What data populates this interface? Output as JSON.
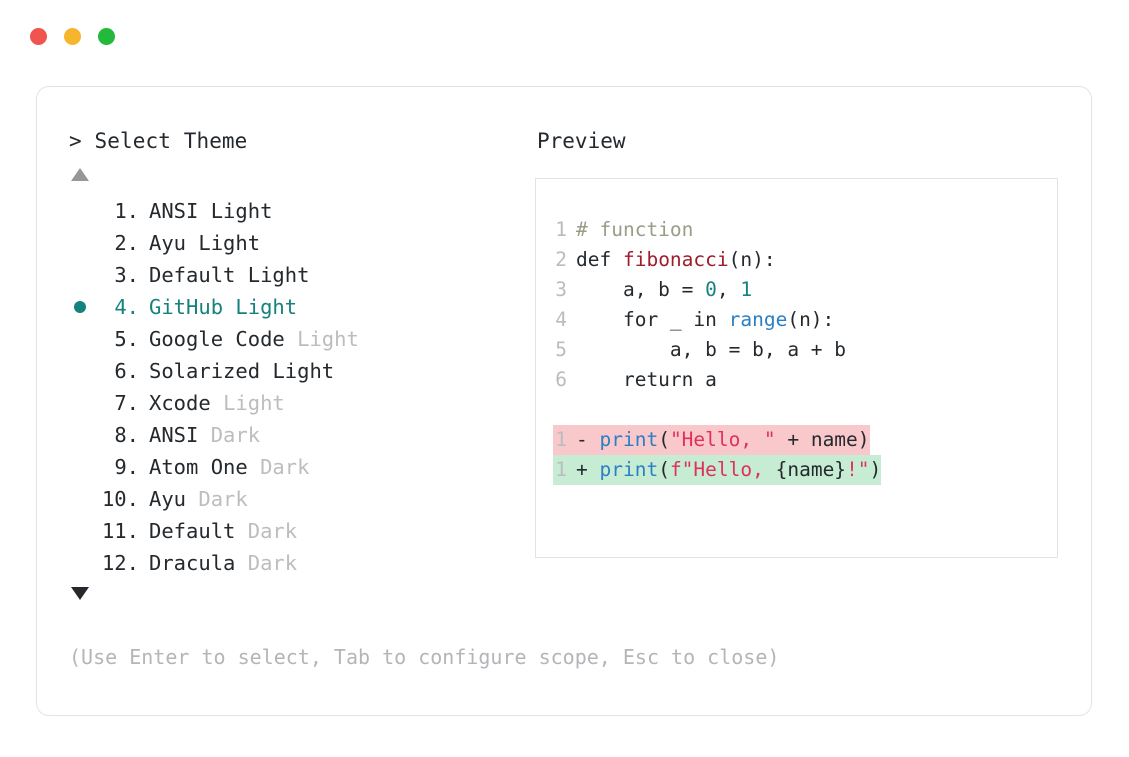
{
  "window": {
    "traffic_lights": [
      {
        "name": "close-button",
        "color": "#f0544f"
      },
      {
        "name": "minimize-button",
        "color": "#f5b52c"
      },
      {
        "name": "maximize-button",
        "color": "#23b93b"
      }
    ]
  },
  "selector": {
    "prompt_marker": ">",
    "prompt_label": "Select Theme",
    "scroll_up_indicator": "▲",
    "scroll_down_indicator": "▼",
    "selected_index": 4,
    "selected_bullet": "●",
    "accent_color": "#16827d",
    "items": [
      {
        "index": "1.",
        "name": "ANSI",
        "variant": "Light",
        "variant_muted": false,
        "selected": false
      },
      {
        "index": "2.",
        "name": "Ayu",
        "variant": "Light",
        "variant_muted": false,
        "selected": false
      },
      {
        "index": "3.",
        "name": "Default",
        "variant": "Light",
        "variant_muted": false,
        "selected": false
      },
      {
        "index": "4.",
        "name": "GitHub",
        "variant": "Light",
        "variant_muted": false,
        "selected": true
      },
      {
        "index": "5.",
        "name": "Google Code",
        "variant": "Light",
        "variant_muted": true,
        "selected": false
      },
      {
        "index": "6.",
        "name": "Solarized",
        "variant": "Light",
        "variant_muted": false,
        "selected": false
      },
      {
        "index": "7.",
        "name": "Xcode",
        "variant": "Light",
        "variant_muted": true,
        "selected": false
      },
      {
        "index": "8.",
        "name": "ANSI",
        "variant": "Dark",
        "variant_muted": true,
        "selected": false
      },
      {
        "index": "9.",
        "name": "Atom One",
        "variant": "Dark",
        "variant_muted": true,
        "selected": false
      },
      {
        "index": "10.",
        "name": "Ayu",
        "variant": "Dark",
        "variant_muted": true,
        "selected": false
      },
      {
        "index": "11.",
        "name": "Default",
        "variant": "Dark",
        "variant_muted": true,
        "selected": false
      },
      {
        "index": "12.",
        "name": "Dracula",
        "variant": "Dark",
        "variant_muted": true,
        "selected": false
      }
    ]
  },
  "preview": {
    "label": "Preview",
    "code_lines": [
      {
        "ln": "1",
        "kind": "code",
        "tokens": [
          {
            "t": "# function",
            "c": "comment"
          }
        ]
      },
      {
        "ln": "2",
        "kind": "code",
        "tokens": [
          {
            "t": "def ",
            "c": "kw"
          },
          {
            "t": "fibonacci",
            "c": "fn"
          },
          {
            "t": "(n):",
            "c": "plain"
          }
        ]
      },
      {
        "ln": "3",
        "kind": "code",
        "tokens": [
          {
            "t": "    a, b = ",
            "c": "plain"
          },
          {
            "t": "0",
            "c": "num"
          },
          {
            "t": ", ",
            "c": "plain"
          },
          {
            "t": "1",
            "c": "num"
          }
        ]
      },
      {
        "ln": "4",
        "kind": "code",
        "tokens": [
          {
            "t": "    for _ in ",
            "c": "plain"
          },
          {
            "t": "range",
            "c": "builtin"
          },
          {
            "t": "(n):",
            "c": "plain"
          }
        ]
      },
      {
        "ln": "5",
        "kind": "code",
        "tokens": [
          {
            "t": "        a, b = b, a + b",
            "c": "plain"
          }
        ]
      },
      {
        "ln": "6",
        "kind": "code",
        "tokens": [
          {
            "t": "    return a",
            "c": "plain"
          }
        ]
      },
      {
        "kind": "blank"
      },
      {
        "ln": "1",
        "kind": "del",
        "tokens": [
          {
            "t": "- ",
            "c": "marker"
          },
          {
            "t": "print",
            "c": "builtin"
          },
          {
            "t": "(",
            "c": "plain"
          },
          {
            "t": "\"Hello, \"",
            "c": "str"
          },
          {
            "t": " + name)",
            "c": "plain"
          }
        ]
      },
      {
        "ln": "1",
        "kind": "add",
        "tokens": [
          {
            "t": "+ ",
            "c": "marker"
          },
          {
            "t": "print",
            "c": "builtin"
          },
          {
            "t": "(",
            "c": "plain"
          },
          {
            "t": "f\"Hello, ",
            "c": "str"
          },
          {
            "t": "{name}",
            "c": "plain"
          },
          {
            "t": "!\"",
            "c": "str"
          },
          {
            "t": ")",
            "c": "plain"
          }
        ]
      }
    ],
    "diff_del_bg": "#f9c8cb",
    "diff_add_bg": "#c7ecd4"
  },
  "footer": {
    "hint": "(Use Enter to select, Tab to configure scope, Esc to close)"
  }
}
